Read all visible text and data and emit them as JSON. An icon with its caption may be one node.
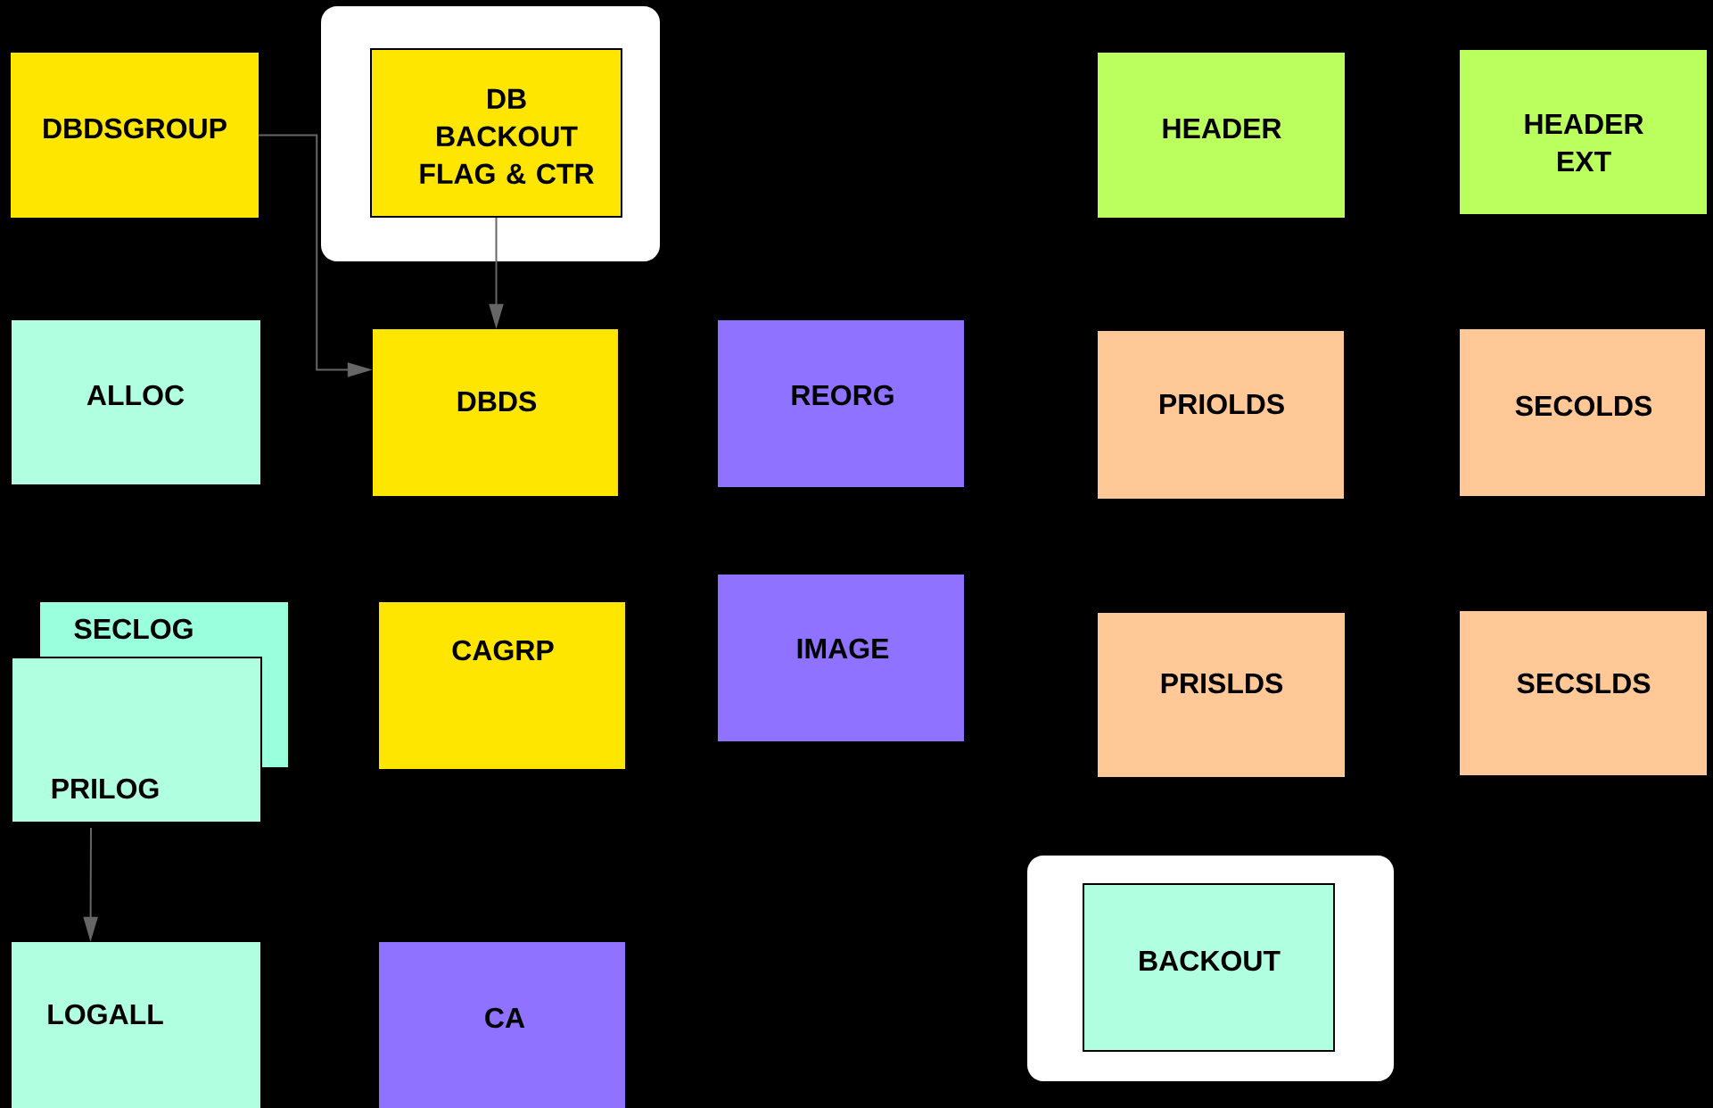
{
  "diagram": {
    "nodes": [
      {
        "text": [
          "DBDSGROUP"
        ]
      },
      {
        "text": [],
        "shape": "box"
      },
      {
        "text": [
          "DB BACKOUT FLAG & CTR"
        ],
        "in": 1
      },
      {
        "text": [
          "HEADER"
        ]
      },
      {
        "text": [
          "HEADER EXT"
        ]
      },
      {
        "text": [
          "ALLOC"
        ]
      },
      {
        "text": [
          "DBDS"
        ]
      },
      {
        "text": [
          "REORG"
        ]
      },
      {
        "text": [
          "PRIOLDS"
        ]
      },
      {
        "text": [
          "SECOLDS"
        ]
      },
      {
        "text": [
          "SECLOG"
        ]
      },
      {
        "text": [
          "PRILOG"
        ]
      },
      {
        "text": [
          "CAGRP"
        ]
      },
      {
        "text": [
          "IMAGE"
        ]
      },
      {
        "text": [
          "PRISLDS"
        ]
      },
      {
        "text": [
          "SECSLDS"
        ]
      },
      {
        "text": [
          "LOGALL"
        ]
      },
      {
        "text": [
          "CA"
        ]
      },
      {
        "text": [],
        "shape": "box"
      },
      {
        "text": [
          "BACKOUT"
        ],
        "in": 18
      }
    ],
    "edges": [
      {
        "from": 0,
        "to": 6,
        "arrow": "to"
      },
      {
        "from": 2,
        "to": 6,
        "arrow": "to"
      },
      {
        "from": 11,
        "to": 16,
        "arrow": "to"
      }
    ]
  }
}
